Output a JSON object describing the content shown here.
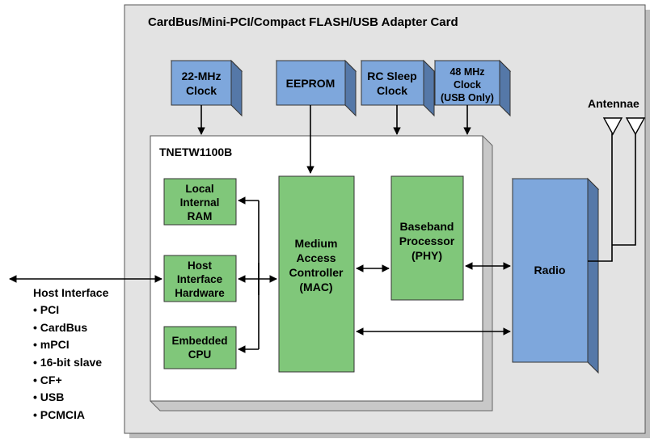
{
  "card_title": "CardBus/Mini-PCI/Compact FLASH/USB Adapter Card",
  "chip_title": "TNETW1100B",
  "colors": {
    "card_bg": "#e3e3e3",
    "card_shadow": "#bdbdbd",
    "chip_bg": "#ffffff",
    "chip_shadow": "#c8c8c8",
    "blue_face": "#7ea7dc",
    "blue_side": "#5578a8",
    "blue_top": "#a8c4ea",
    "green_face": "#80c77a",
    "line": "#000000"
  },
  "clock_blocks": {
    "clock22": [
      "22-MHz",
      "Clock"
    ],
    "eeprom": [
      "EEPROM"
    ],
    "rcsleep": [
      "RC Sleep",
      "Clock"
    ],
    "clock48": [
      "48 MHz",
      "Clock",
      "(USB Only)"
    ]
  },
  "internal_blocks": {
    "ram": [
      "Local",
      "Internal",
      "RAM"
    ],
    "hih": [
      "Host",
      "Interface",
      "Hardware"
    ],
    "cpu": [
      "Embedded",
      "CPU"
    ],
    "mac": [
      "Medium",
      "Access",
      "Controller",
      "(MAC)"
    ],
    "bbp": [
      "Baseband",
      "Processor",
      "(PHY)"
    ]
  },
  "radio_label": "Radio",
  "antennae_label": "Antennae",
  "host_interface": {
    "title": "Host Interface",
    "items": [
      "• PCI",
      "• CardBus",
      "• mPCI",
      "• 16-bit slave",
      "• CF+",
      "• USB",
      "• PCMCIA"
    ]
  }
}
